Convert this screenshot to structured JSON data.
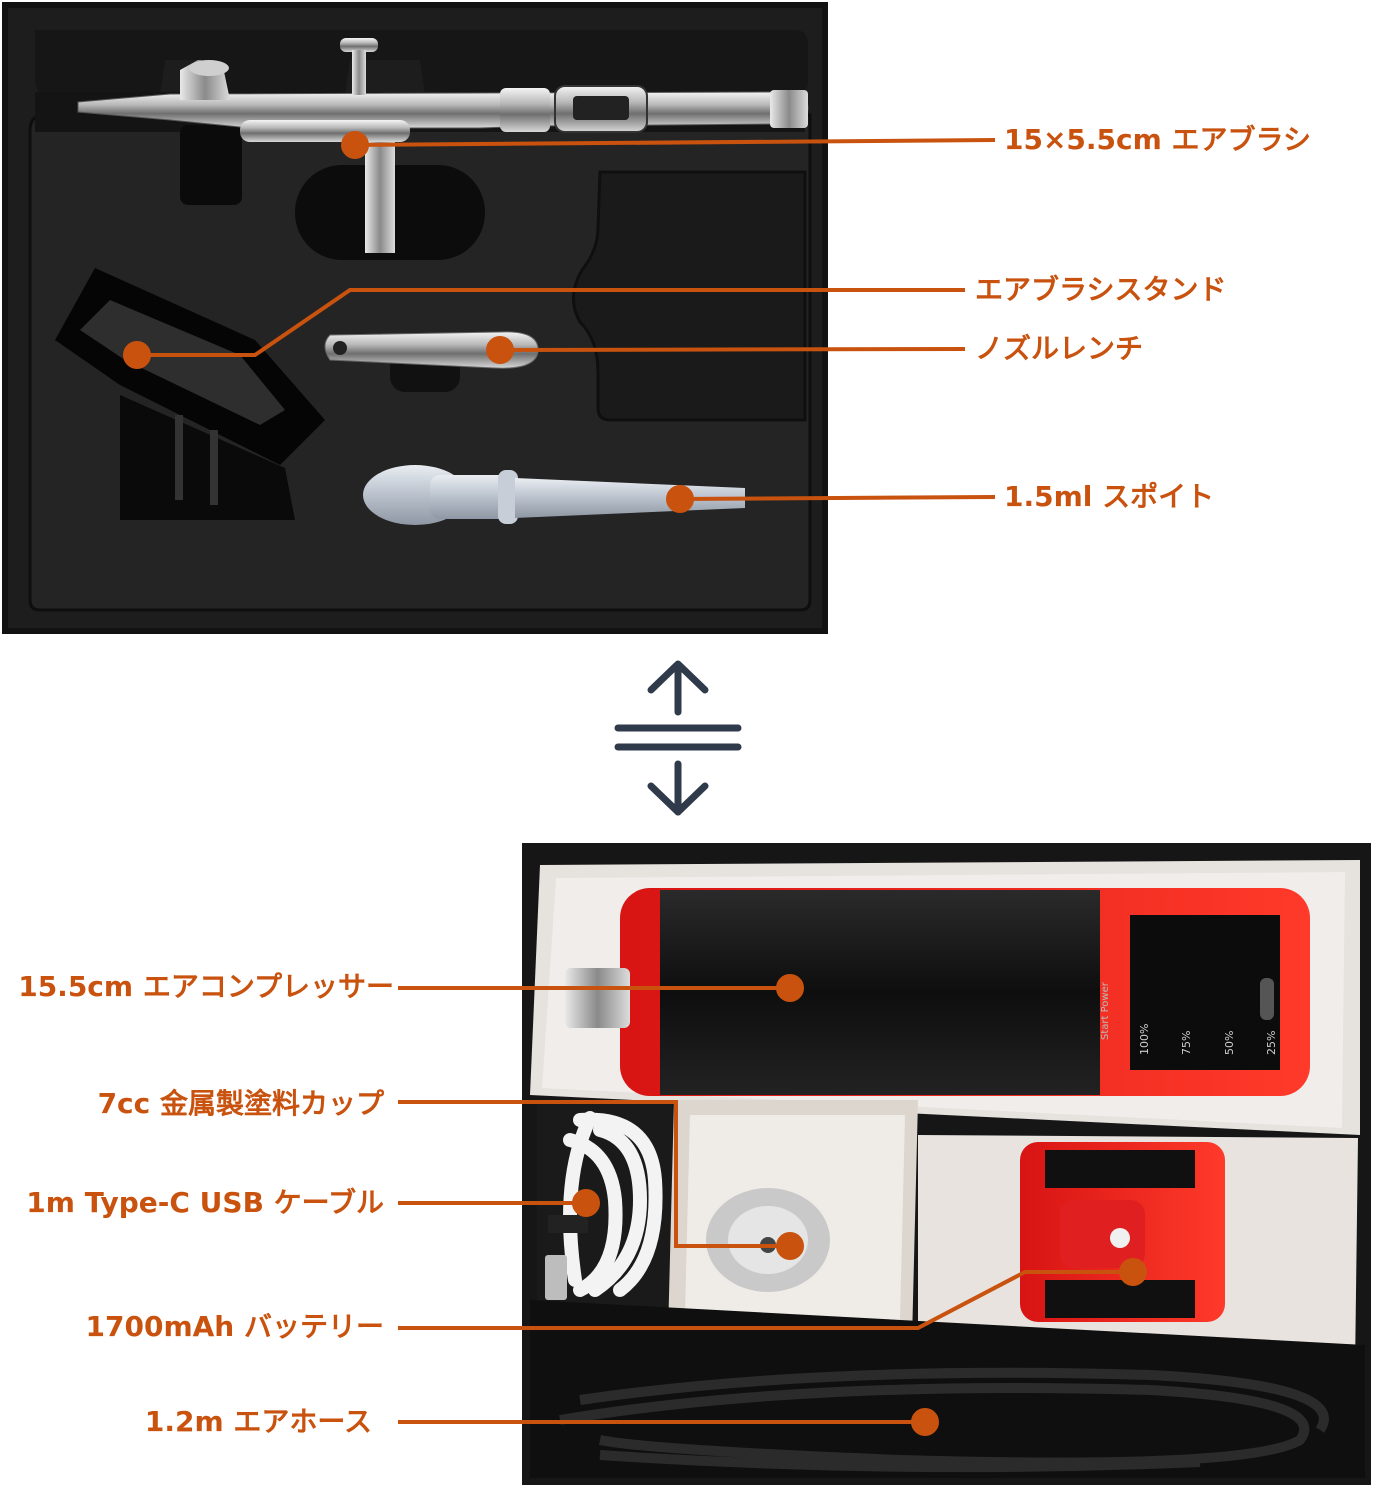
{
  "colors": {
    "accent": "#c8520e",
    "tray": "#1b1b1b",
    "lid_paper": "#e4e0dc"
  },
  "top_tray": {
    "labels": {
      "airbrush": "15×5.5cm エアブラシ",
      "stand": "エアブラシスタンド",
      "wrench": "ノズルレンチ",
      "dropper": "1.5ml スポイト"
    }
  },
  "swap_icon": "swap-updown-icon",
  "bottom_tray": {
    "labels": {
      "compressor": "15.5cm エアコンプレッサー",
      "cup": "7cc 金属製塗料カップ",
      "cable": "1m Type-C USB ケーブル",
      "battery": "1700mAh バッテリー",
      "hose": "1.2m エアホース"
    },
    "compressor_marks": [
      "100%",
      "75%",
      "50%",
      "25%"
    ],
    "compressor_button": "Start Power"
  }
}
